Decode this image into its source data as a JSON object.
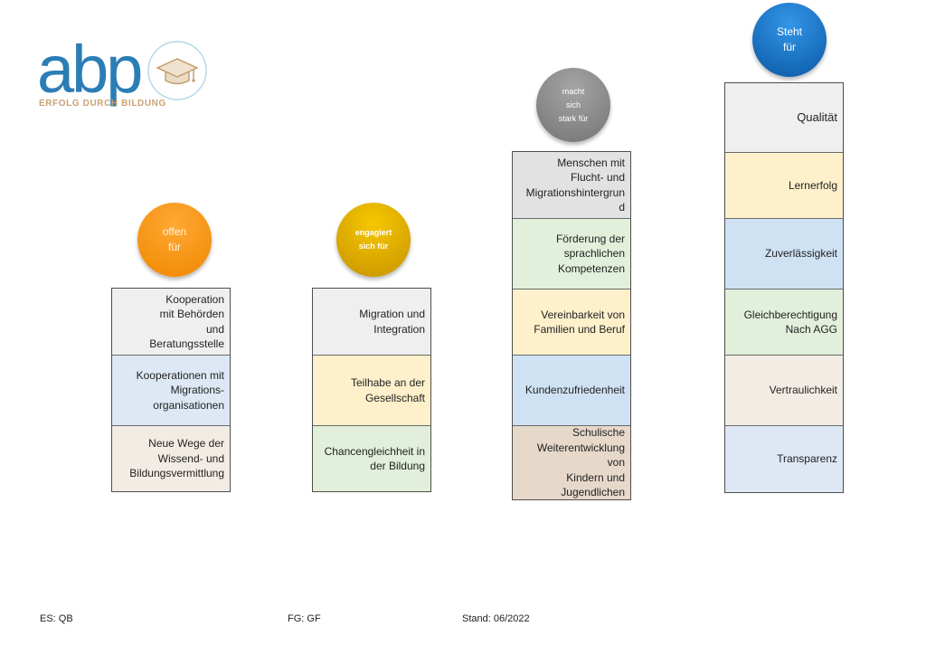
{
  "logo": {
    "wordmark": "abp",
    "tagline": "ERFOLG DURCH BILDUNG",
    "icon": "graduation-cap-icon",
    "wordmark_color": "#2b7db5",
    "tagline_color": "#c8a274"
  },
  "columns": [
    {
      "circle": {
        "label": "offen\nfür",
        "color_light": "#ffa834",
        "color_dark": "#f08800"
      },
      "boxes": [
        {
          "text": "Kooperation\nmit Behörden\nund\nBeratungsstelle",
          "color": "#efefef"
        },
        {
          "text": "Kooperationen mit\nMigrations-\norganisationen",
          "color": "#dde8f4"
        },
        {
          "text": "Neue Wege der\nWissend- und\nBildungsvermittlung",
          "color": "#f3ece5"
        }
      ]
    },
    {
      "circle": {
        "label": "engagiert\nsich für",
        "color_light": "#f6c700",
        "color_dark": "#c79300"
      },
      "boxes": [
        {
          "text": "Migration und\nIntegration",
          "color": "#efefef"
        },
        {
          "text": "Teilhabe an der\nGesellschaft",
          "color": "#fdf0cb"
        },
        {
          "text": "Chancengleichheit in\nder Bildung",
          "color": "#e2efda"
        }
      ]
    },
    {
      "circle": {
        "label": "macht\nsich\nstark für",
        "color_light": "#a5a5a5",
        "color_dark": "#747474"
      },
      "boxes": [
        {
          "text": "Menschen mit\nFlucht- und\nMigrationshintergrun\nd",
          "color": "#e2e2e2"
        },
        {
          "text": "Förderung der\nsprachlichen\nKompetenzen",
          "color": "#e2efda"
        },
        {
          "text": "Vereinbarkeit von\nFamilien und Beruf",
          "color": "#fdf0cb"
        },
        {
          "text": "Kundenzufriedenheit",
          "color": "#cfe2f3"
        },
        {
          "text": "Schulische\nWeiterentwicklung\nvon\nKindern und\nJugendlichen",
          "color": "#e6d9ca"
        }
      ]
    },
    {
      "circle": {
        "label": "Steht\nfür",
        "color_light": "#3396e8",
        "color_dark": "#0a58a4"
      },
      "boxes": [
        {
          "text": "Qualität",
          "color": "#efefef"
        },
        {
          "text": "Lernerfolg",
          "color": "#fdf0cb"
        },
        {
          "text": "Zuverlässigkeit",
          "color": "#cfe2f3"
        },
        {
          "text": "Gleichberechtigung\nNach AGG",
          "color": "#e2efda"
        },
        {
          "text": "Vertraulichkeit",
          "color": "#f3ece5"
        },
        {
          "text": "Transparenz",
          "color": "#dde8f4"
        }
      ]
    }
  ],
  "footer": {
    "es": "ES: QB",
    "fg": "FG: GF",
    "stand": "Stand: 06/2022"
  }
}
